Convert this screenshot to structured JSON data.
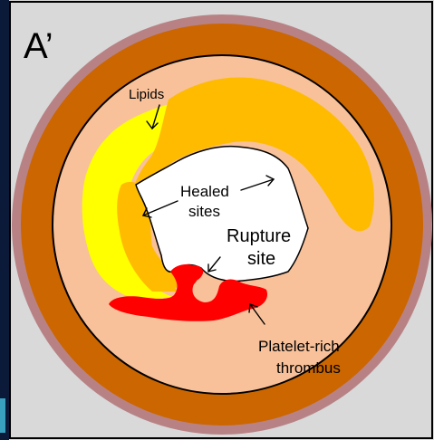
{
  "panel_label": "A’",
  "labels": {
    "lipids": "Lipids",
    "healed_line1": "Healed",
    "healed_line2": "sites",
    "rupture_line1": "Rupture",
    "rupture_line2": "site",
    "platelet_line1": "Platelet-rich",
    "platelet_line2": "thrombus"
  },
  "colors": {
    "panel_background": "#d9d9d9",
    "outer_ring": "#b88285",
    "adventitia": "#cc6600",
    "intima": "#f8c19a",
    "lipid_core": "#ffff00",
    "lipid_deep": "#ffbb00",
    "lumen": "#ffffff",
    "thrombus": "#ff0000",
    "left_strip": "#0c1a3a",
    "corner_accent": "#3aa0c0"
  }
}
